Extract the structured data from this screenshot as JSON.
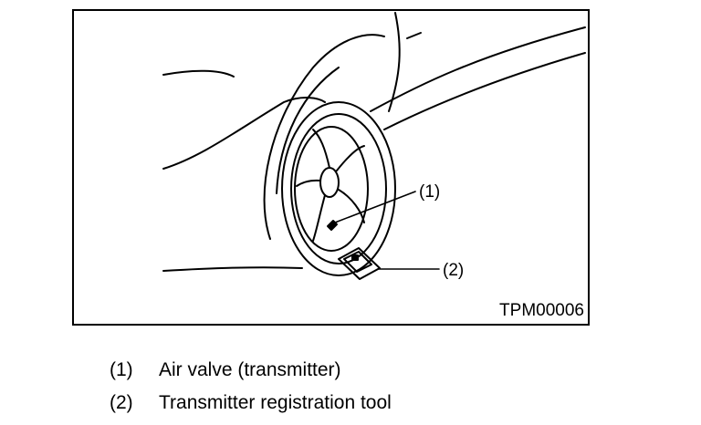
{
  "figure": {
    "code": "TPM00006",
    "callouts": [
      {
        "num": "(1)"
      },
      {
        "num": "(2)"
      }
    ]
  },
  "legend": [
    {
      "num": "(1)",
      "label": "Air valve (transmitter)"
    },
    {
      "num": "(2)",
      "label": "Transmitter registration tool"
    }
  ]
}
